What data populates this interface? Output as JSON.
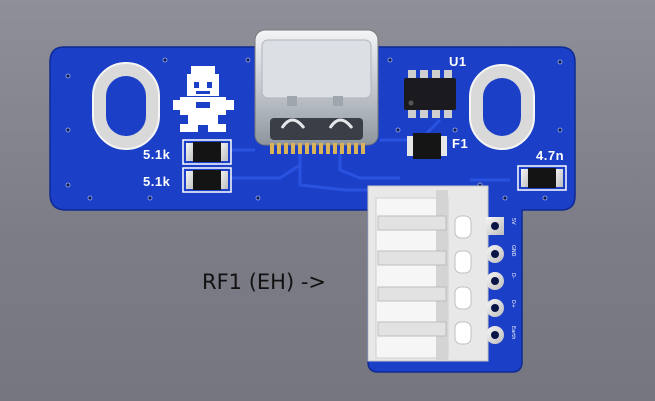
{
  "caption": "RF1 (EH) ->",
  "labels": {
    "u1": "U1",
    "f1": "F1",
    "r1": "5.1k",
    "r2": "5.1k",
    "c1": "4.7n"
  },
  "pins": [
    "5V",
    "GND",
    "D-",
    "D+",
    "Earth"
  ],
  "colors": {
    "board": "#1d41c8",
    "background": "#85858f",
    "silkscreen": "#ffffff",
    "connector": "#e9e9e9"
  }
}
